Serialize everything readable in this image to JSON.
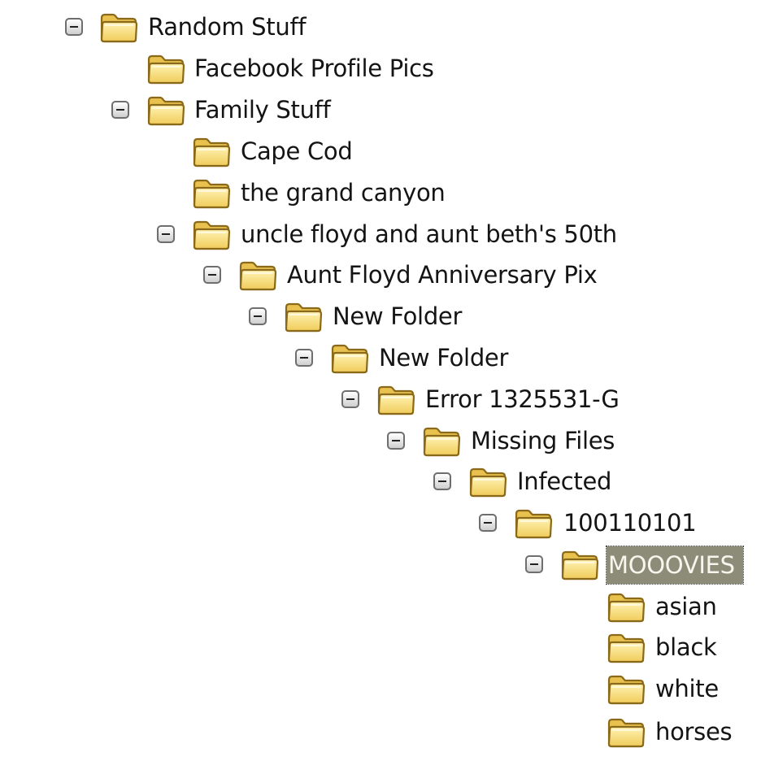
{
  "tree": {
    "folder_colors": {
      "body": "#f3d571",
      "tab": "#e9c14f",
      "outline": "#8a6a1a",
      "highlight": "#fff3b5"
    },
    "selection_color": "#8c8c78",
    "nodes": [
      {
        "label": "Random Stuff",
        "expanded": true
      },
      {
        "label": "Facebook Profile Pics",
        "expanded": false
      },
      {
        "label": "Family Stuff",
        "expanded": true
      },
      {
        "label": "Cape Cod",
        "expanded": false
      },
      {
        "label": "the grand canyon",
        "expanded": false
      },
      {
        "label": "uncle floyd and aunt beth's 50th",
        "expanded": true
      },
      {
        "label": "Aunt Floyd Anniversary Pix",
        "expanded": true
      },
      {
        "label": "New Folder",
        "expanded": true
      },
      {
        "label": "New Folder",
        "expanded": true
      },
      {
        "label": "Error 1325531-G",
        "expanded": true
      },
      {
        "label": "Missing Files",
        "expanded": true
      },
      {
        "label": "Infected",
        "expanded": true
      },
      {
        "label": "100110101",
        "expanded": true
      },
      {
        "label": "MOOOVIES",
        "expanded": true,
        "selected": true
      },
      {
        "label": "asian",
        "expanded": false
      },
      {
        "label": "black",
        "expanded": false
      },
      {
        "label": "white",
        "expanded": false
      },
      {
        "label": "horses",
        "expanded": false
      }
    ]
  }
}
